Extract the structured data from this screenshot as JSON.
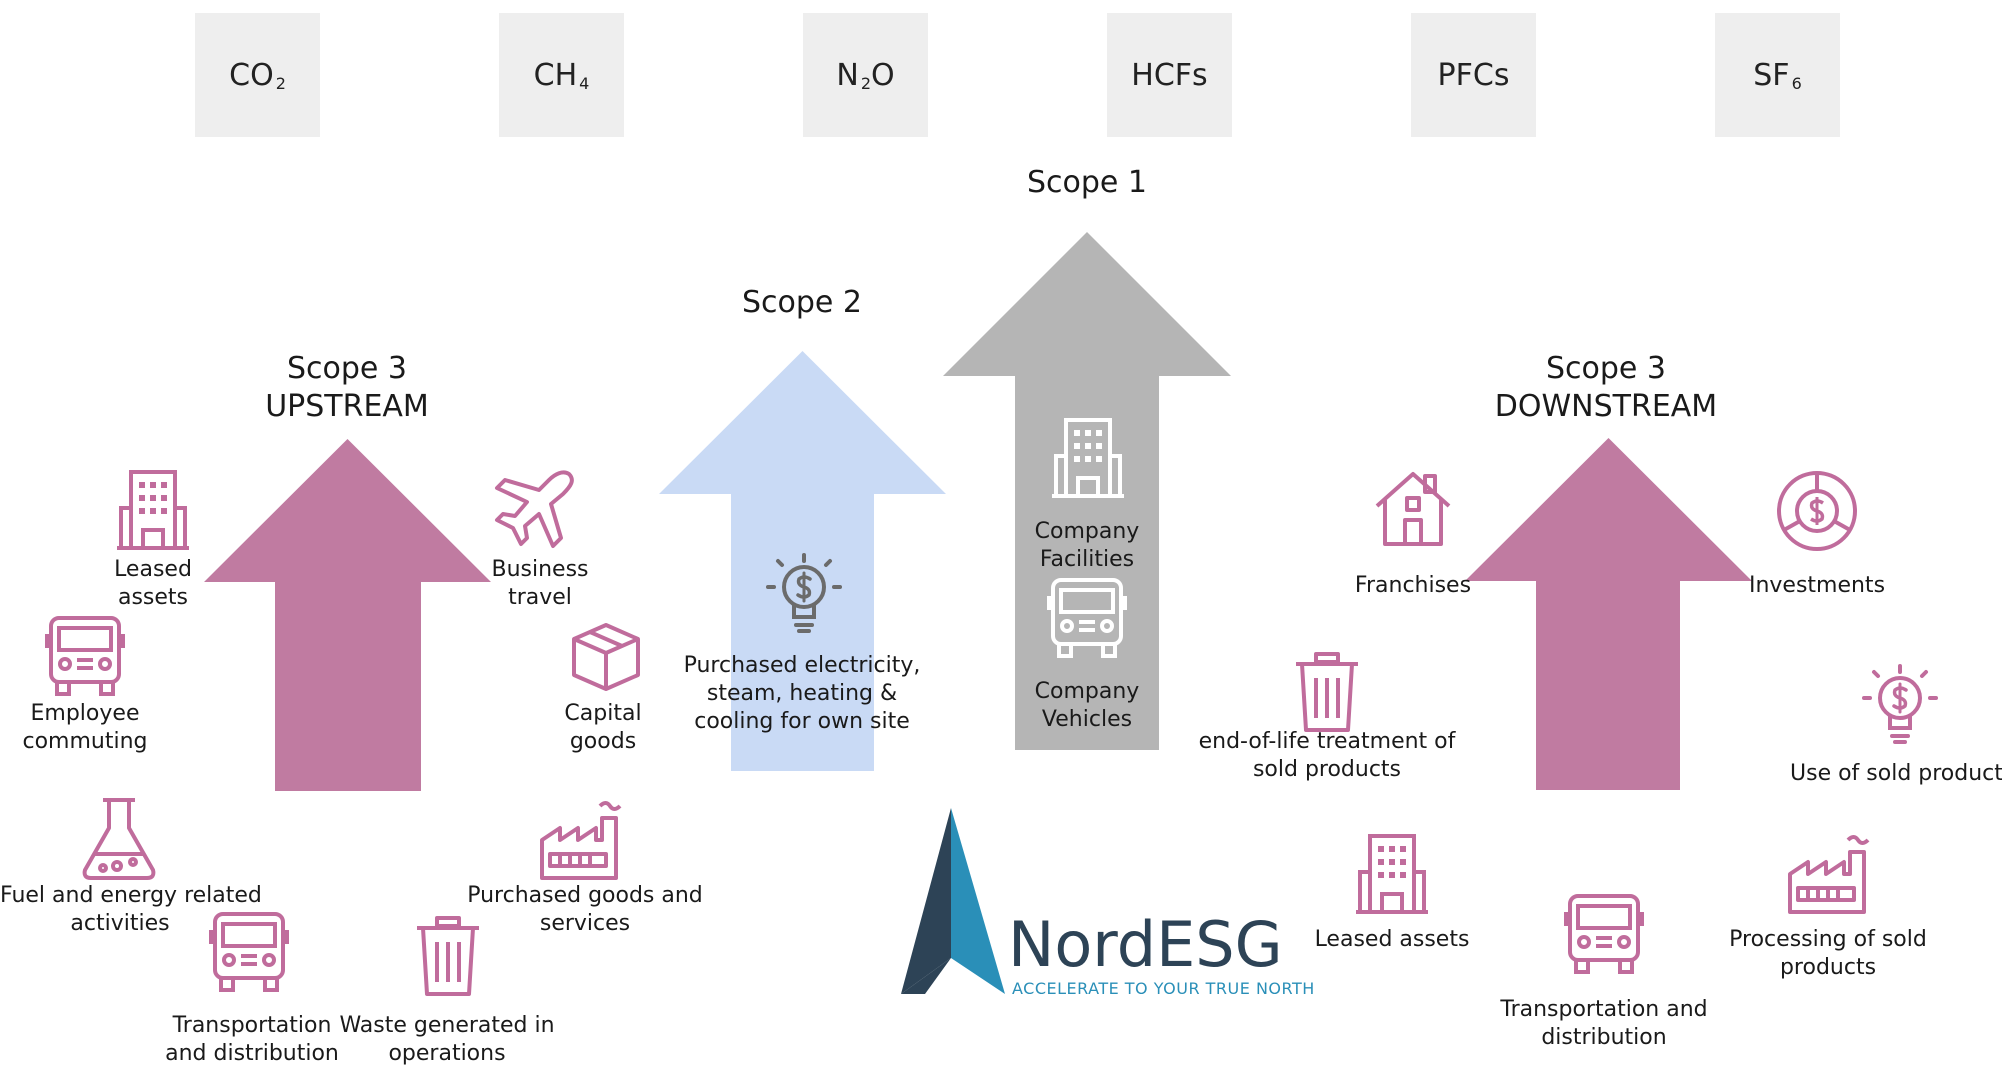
{
  "gases": [
    {
      "base": "CO",
      "sub": "2"
    },
    {
      "base": "CH",
      "sub": "4"
    },
    {
      "base": "N",
      "sub": "2",
      "tail": "O"
    },
    {
      "base": "HCFs",
      "sub": ""
    },
    {
      "base": "PFCs",
      "sub": ""
    },
    {
      "base": "SF",
      "sub": "6"
    }
  ],
  "scopes": {
    "scope1": "Scope 1",
    "scope2": "Scope 2",
    "scope3_up_line1": "Scope 3",
    "scope3_up_line2": "UPSTREAM",
    "scope3_down_line1": "Scope 3",
    "scope3_down_line2": "DOWNSTREAM"
  },
  "upstream": {
    "leased_assets": [
      "Leased",
      "assets"
    ],
    "business_travel": [
      "Business",
      "travel"
    ],
    "employee_commuting": [
      "Employee",
      "commuting"
    ],
    "capital_goods": [
      "Capital",
      "goods"
    ],
    "fuel_energy": [
      "Fuel and energy related",
      "activities"
    ],
    "purchased_goods": [
      "Purchased goods and",
      "services"
    ],
    "transportation": [
      "Transportation",
      "and distribution"
    ],
    "waste": [
      "Waste generated in",
      "operations"
    ]
  },
  "scope2_items": {
    "purchased_electricity": [
      "Purchased electricity,",
      "steam, heating &",
      "cooling for own site"
    ]
  },
  "scope1_items": {
    "facilities": [
      "Company",
      "Facilities"
    ],
    "vehicles": [
      "Company",
      "Vehicles"
    ]
  },
  "downstream": {
    "franchises": "Franchises",
    "investments": "Investments",
    "end_of_life": [
      "end-of-life treatment of",
      "sold products"
    ],
    "use_of_sold": "Use of sold products",
    "leased_assets": "Leased assets",
    "processing": [
      "Processing of sold",
      "products"
    ],
    "transportation": [
      "Transportation and",
      "distribution"
    ]
  },
  "logo": {
    "brand": "NordESG",
    "tagline": "ACCELERATE TO YOUR TRUE NORTH"
  },
  "colors": {
    "upstream": "#c07ba1",
    "downstream": "#c07ba1",
    "scope1": "#b5b5b5",
    "scope2": "#c9daf5",
    "icon_pink": "#c06c9c",
    "icon_grey": "#6b6b6b",
    "icon_white": "#ffffff",
    "gas_box": "#eeeeee"
  }
}
